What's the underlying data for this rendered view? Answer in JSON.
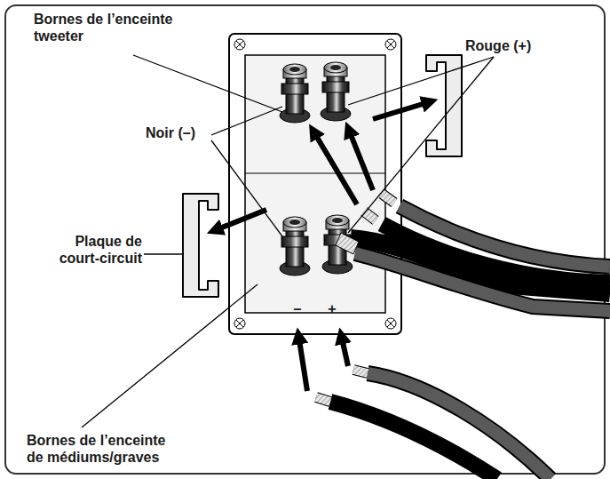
{
  "diagram": {
    "labels": [
      "Bornes de l’enceinte tweeter",
      "Rouge (+)",
      "Noir (–)",
      "Plaque de court-circuit",
      "Bornes de l’enceinte de médiums/graves",
      "–",
      "+"
    ]
  }
}
